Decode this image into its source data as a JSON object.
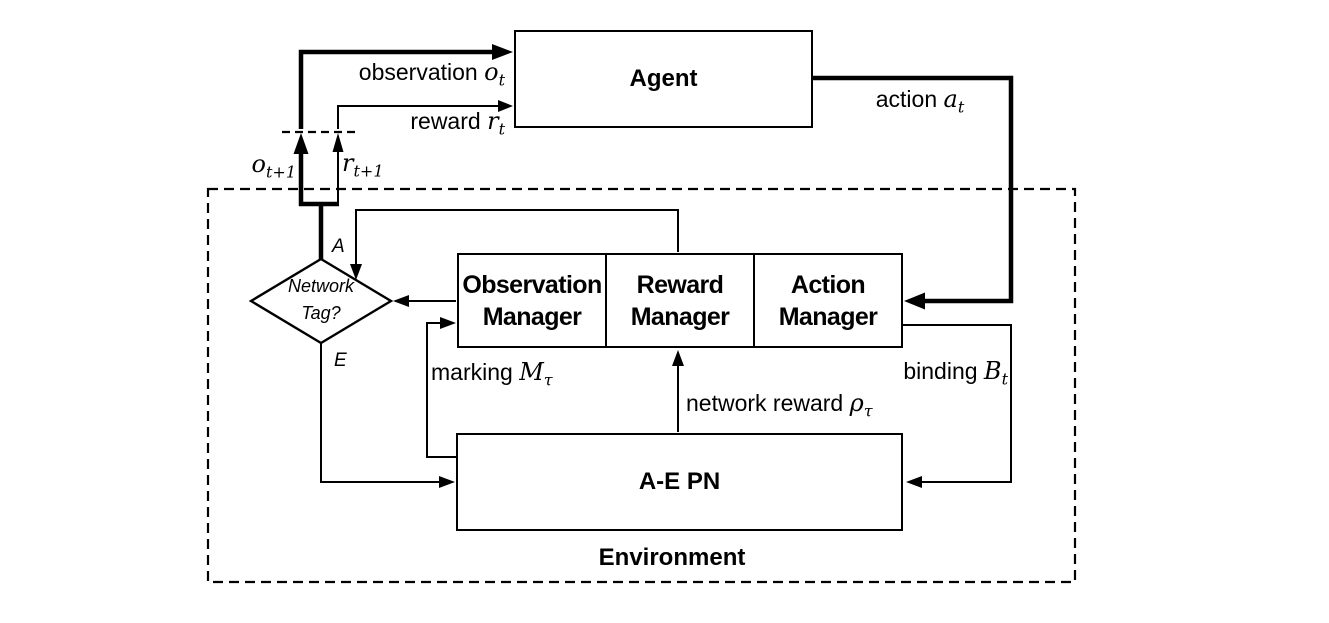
{
  "boxes": {
    "agent": "Agent",
    "managers": [
      {
        "line1": "Observation",
        "line2": "Manager"
      },
      {
        "line1": "Reward",
        "line2": "Manager"
      },
      {
        "line1": "Action",
        "line2": "Manager"
      }
    ],
    "ae_pn": "A-E PN",
    "environment": "Environment"
  },
  "decision": {
    "line1": "Network",
    "line2": "Tag?",
    "branch_top": "A",
    "branch_bottom": "E"
  },
  "edge_labels": {
    "observation": {
      "text": "observation ",
      "math": "o",
      "sub": "t"
    },
    "reward": {
      "text": "reward ",
      "math": "r",
      "sub": "t"
    },
    "action": {
      "text": "action ",
      "math": "a",
      "sub": "t"
    },
    "obs_next": {
      "math": "o",
      "sub": "t+1"
    },
    "reward_next": {
      "math": "r",
      "sub": "t+1"
    },
    "marking": {
      "text": "marking ",
      "math": "M",
      "sub": "τ"
    },
    "network_reward": {
      "text": "network reward ",
      "math": "ρ",
      "sub": "τ"
    },
    "binding": {
      "text": "binding ",
      "math": "B",
      "sub": "t"
    }
  },
  "colors": {
    "ink": "#000000",
    "background": "#ffffff"
  }
}
